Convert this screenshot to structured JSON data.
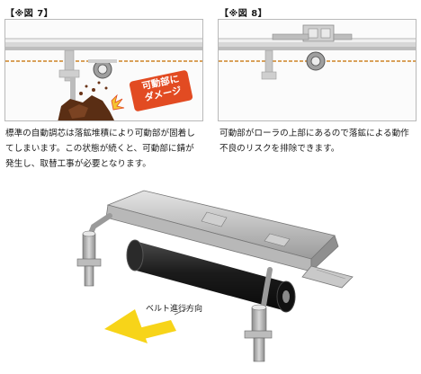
{
  "fig7": {
    "label": "【※図 7】",
    "badge_line1": "可動部に",
    "badge_line2": "ダメージ",
    "caption_line1": "標準の自動調芯は落鉱堆積により可動部が固着し",
    "caption_line2": "てしまいます。この状態が続くと、可動部に錆が",
    "caption_line3": "発生し、取替工事が必要となります。"
  },
  "fig8": {
    "label": "【※図 8】",
    "caption_line1": "可動部がローラの上部にあるので落鉱による動作",
    "caption_line2": "不良のリスクを排除できます。"
  },
  "bottom": {
    "arrow_label": "ベルト進行方向"
  },
  "colors": {
    "belt_edge": "#d9a15a",
    "badge": "#e24b22",
    "arrow": "#f7d419",
    "debris": "#5a2e14"
  }
}
